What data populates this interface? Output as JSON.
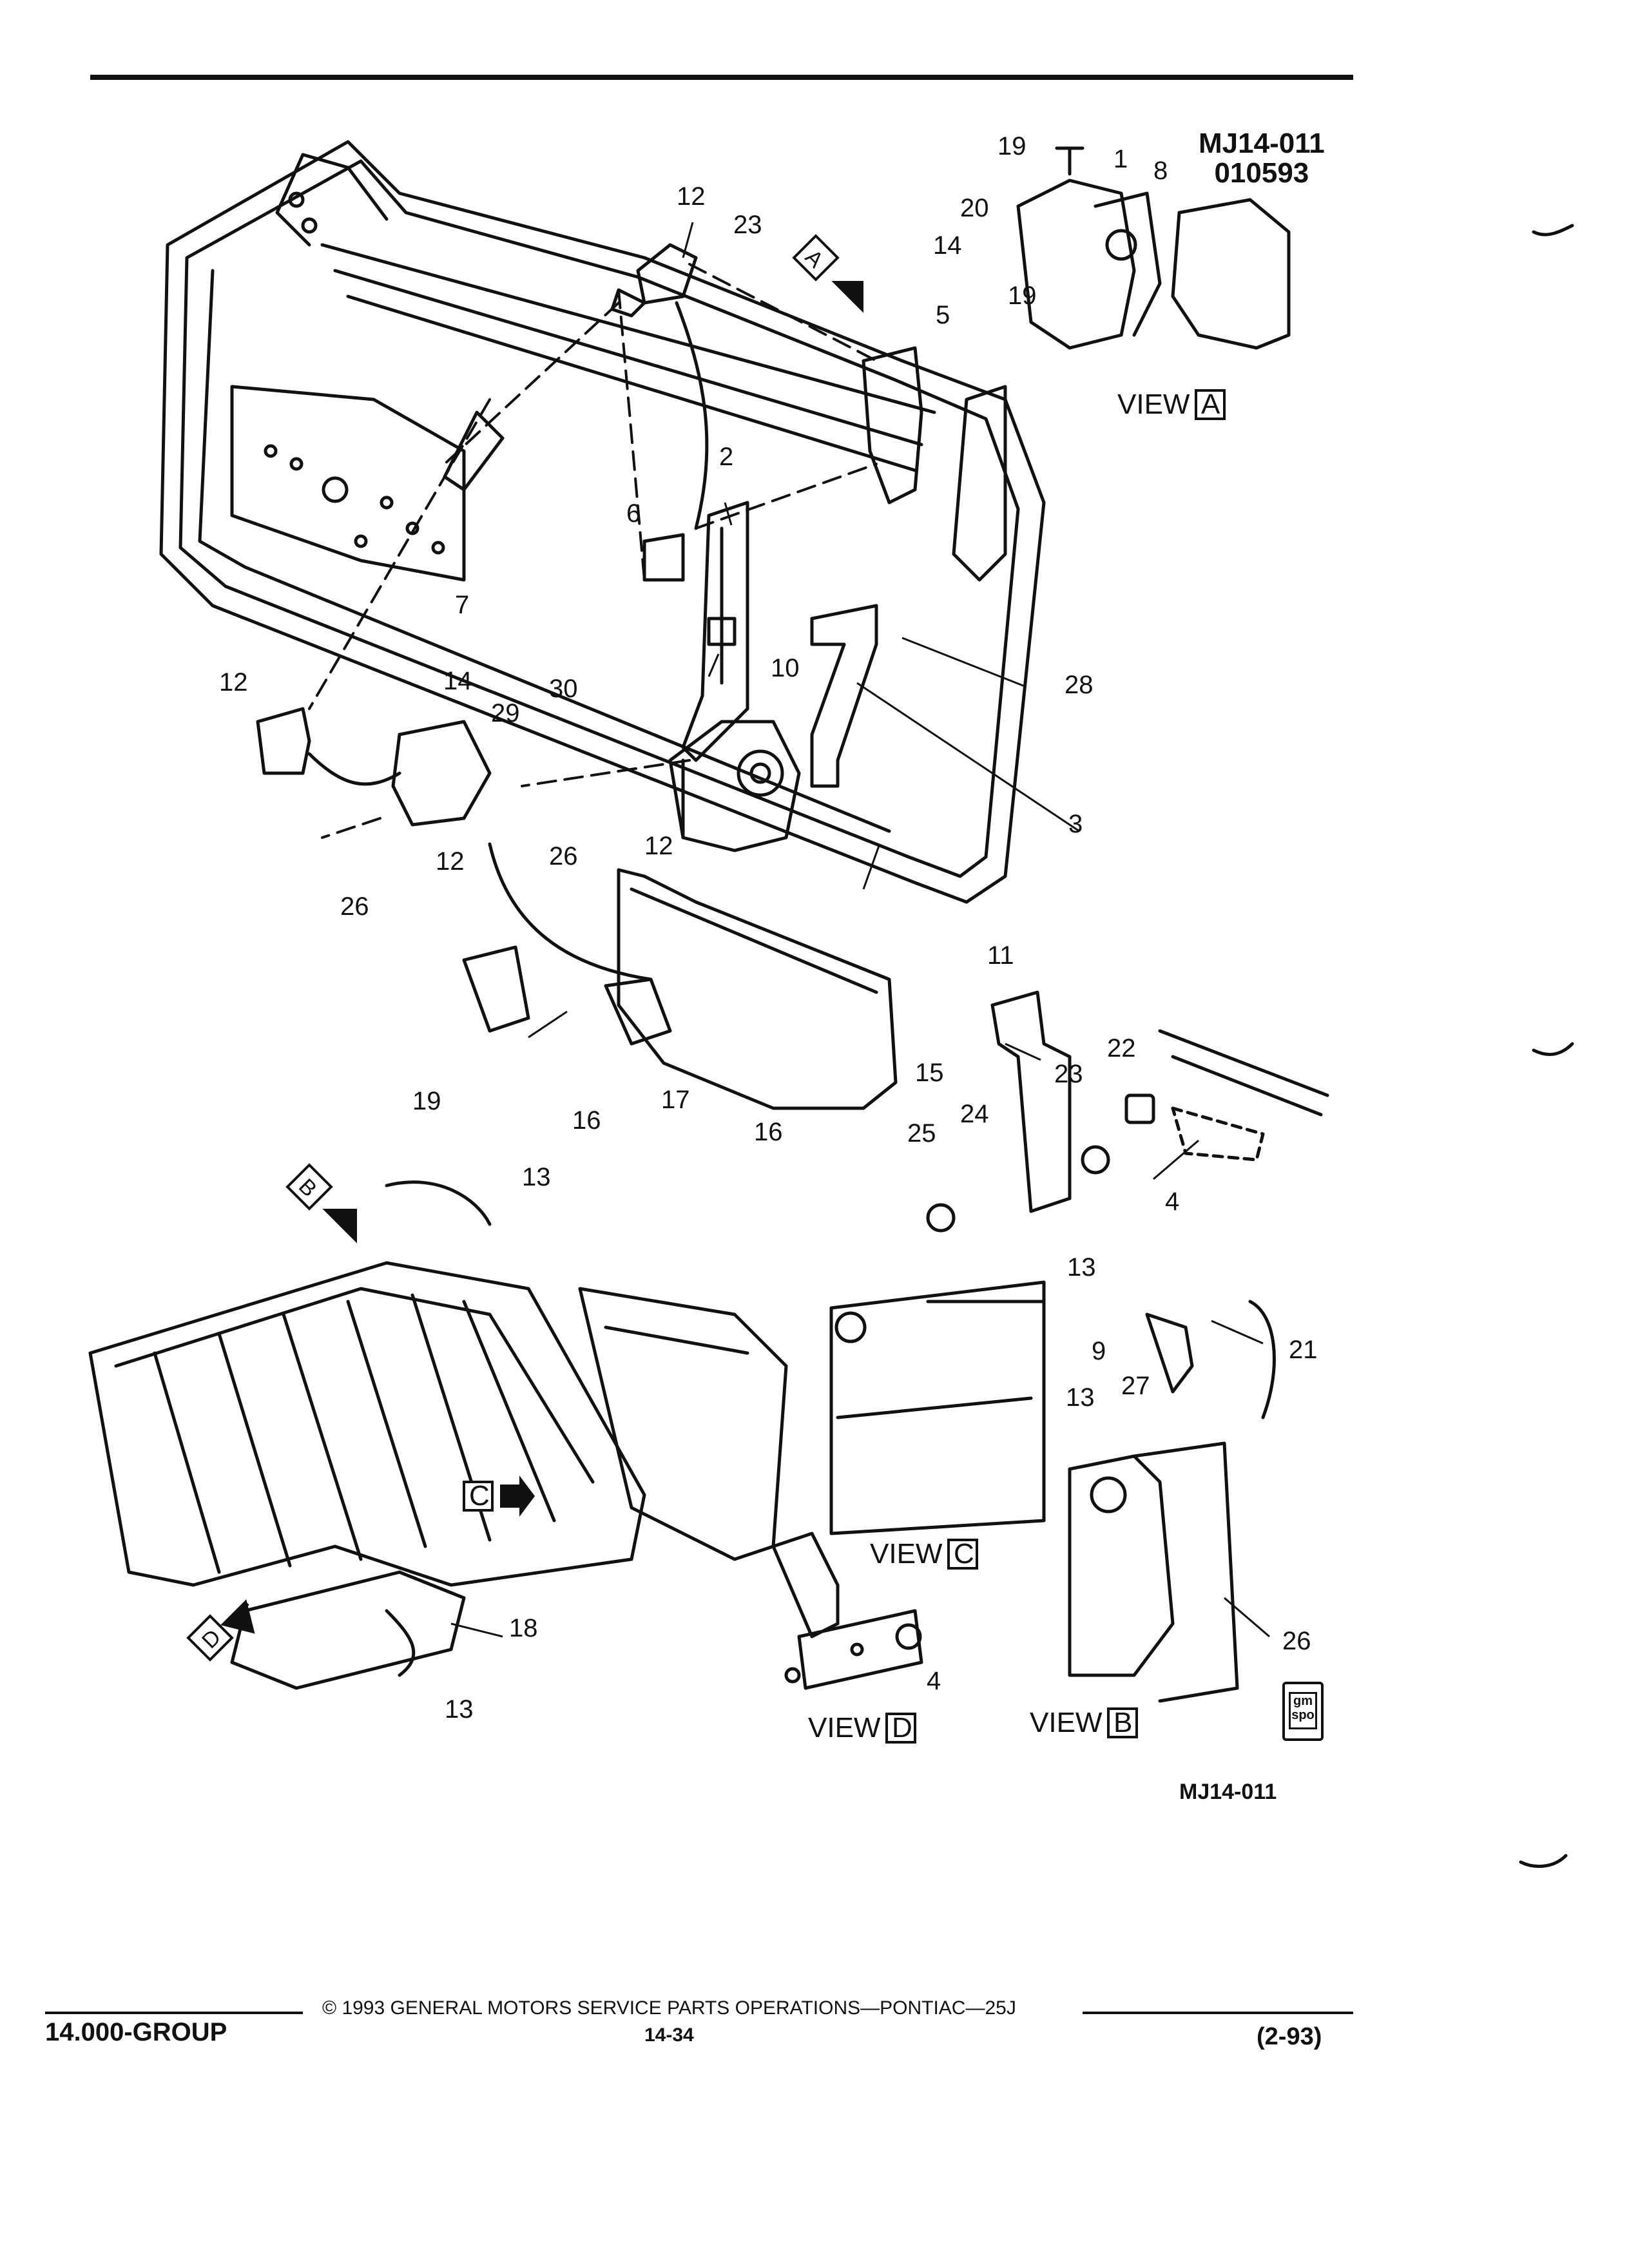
{
  "figure": {
    "ref_top_line1": "MJ14-011",
    "ref_top_line2": "010593",
    "ref_bottom": "MJ14-011"
  },
  "callouts": [
    "1",
    "2",
    "3",
    "4",
    "5",
    "6",
    "7",
    "8",
    "9",
    "10",
    "11",
    "12",
    "13",
    "14",
    "15",
    "16",
    "17",
    "18",
    "19",
    "20",
    "21",
    "22",
    "23",
    "24",
    "25",
    "26",
    "27",
    "28",
    "29",
    "30"
  ],
  "views": {
    "a": {
      "word": "VIEW",
      "letter": "A"
    },
    "b": {
      "word": "VIEW",
      "letter": "B"
    },
    "c": {
      "word": "VIEW",
      "letter": "C"
    },
    "d": {
      "word": "VIEW",
      "letter": "D"
    }
  },
  "badge": "gm spo",
  "footer": {
    "group": "14.000-GROUP",
    "copyright": "© 1993 GENERAL MOTORS SERVICE PARTS OPERATIONS—PONTIAC—25J",
    "page_number": "14-34",
    "date": "(2-93)"
  }
}
